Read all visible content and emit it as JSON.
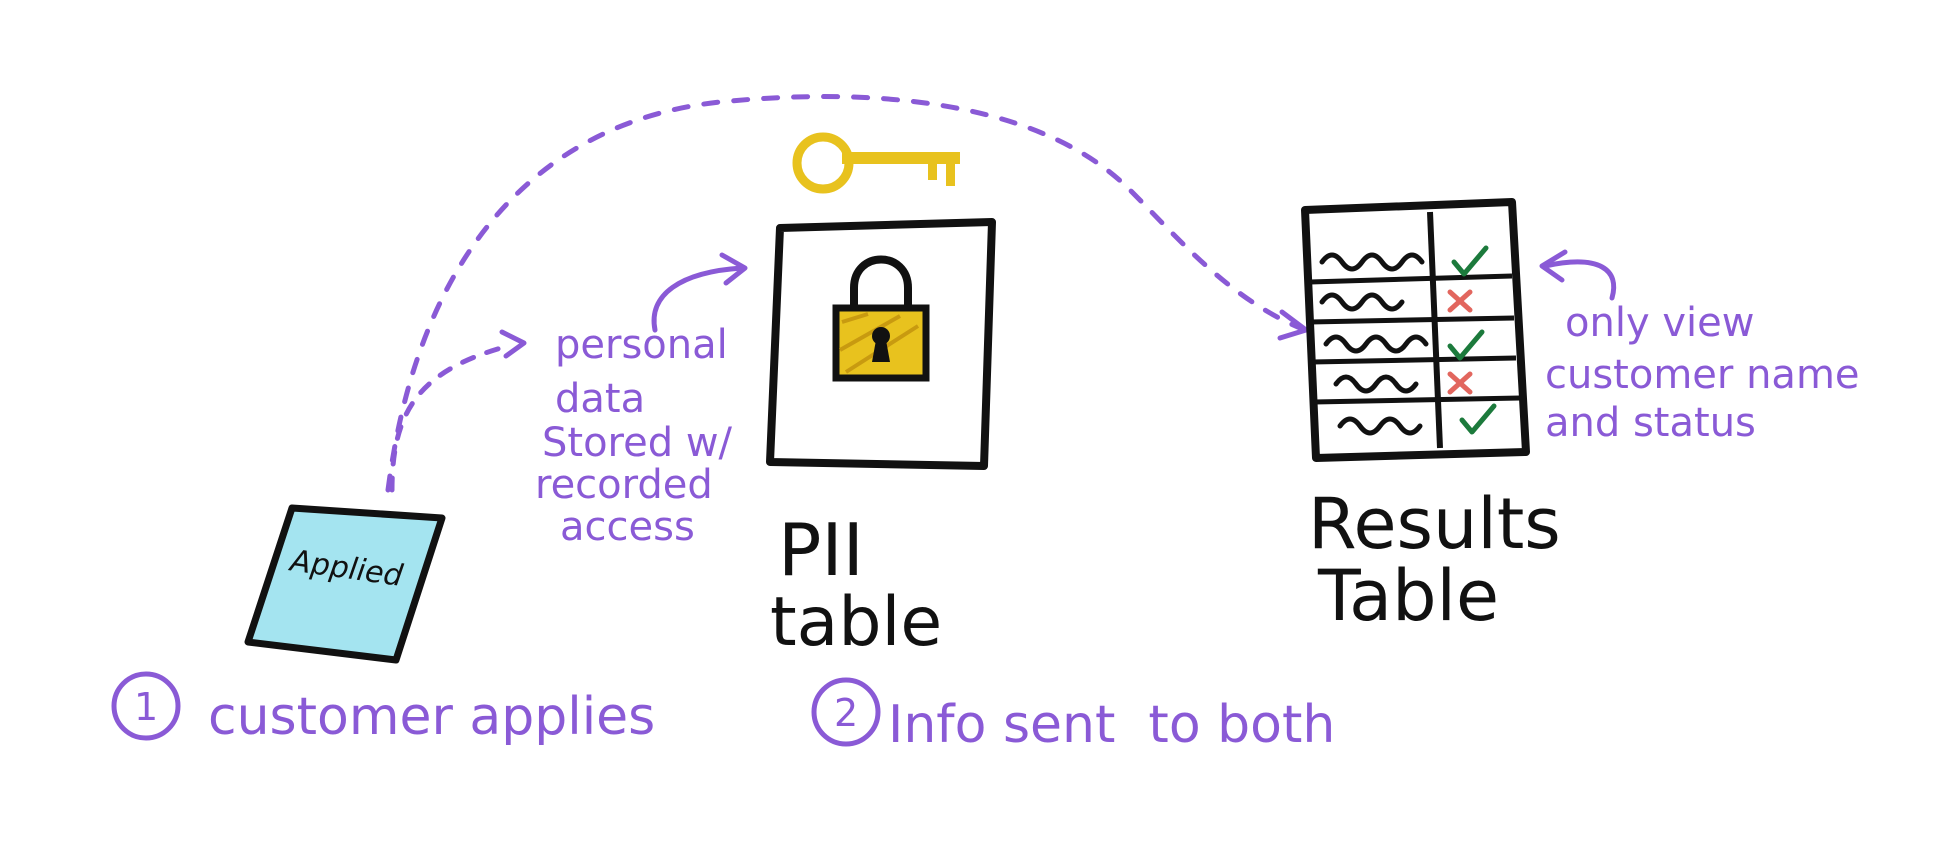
{
  "steps": [
    {
      "number": "1",
      "text": "customer applies"
    },
    {
      "number": "2",
      "text": "Info sent  to both"
    }
  ],
  "document": {
    "label": "Applied"
  },
  "pii": {
    "title_line1": "PII",
    "title_line2": "table",
    "note": [
      "personal",
      "data",
      "Stored w/",
      "recorded",
      "access"
    ]
  },
  "results": {
    "title_line1": "Results",
    "title_line2": "Table",
    "note": [
      "only  view",
      "customer  name",
      "and   status"
    ],
    "row_status": [
      "check",
      "cross",
      "check",
      "cross",
      "check"
    ]
  },
  "icons": {
    "pii_key": "key-icon",
    "pii_lock": "padlock-icon",
    "check": "check-icon",
    "cross": "cross-icon"
  },
  "colors": {
    "annotation": "#8a5ad6",
    "ink": "#111111",
    "document_fill": "#a4e4f0",
    "key_gold": "#e8c21e",
    "check_green": "#1c7a3c",
    "cross_red": "#e2665e"
  }
}
